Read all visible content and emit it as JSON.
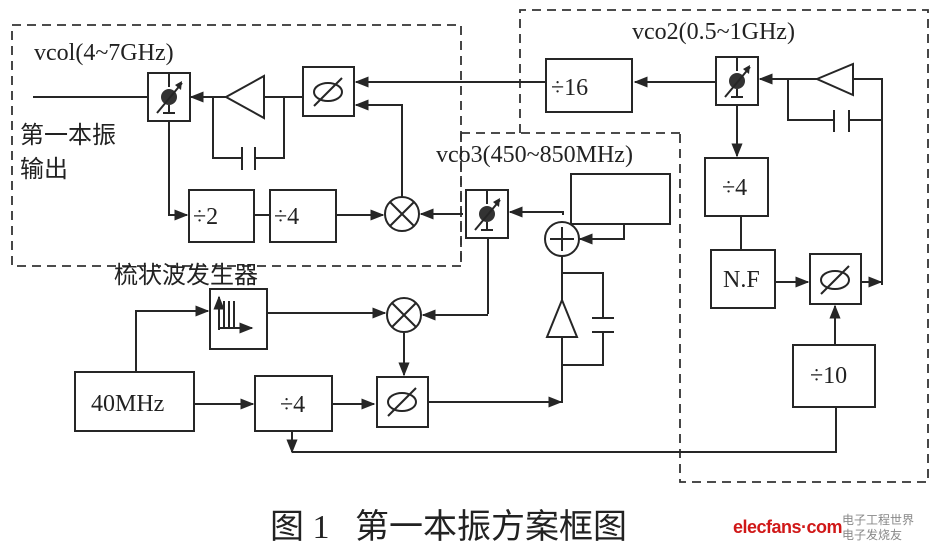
{
  "figure": {
    "caption": "图 1   第一本振方案框图",
    "watermark": "elecfans·com",
    "watermark_secondary": "电子发烧友",
    "watermark_tag": "电子工程世界"
  },
  "groups": {
    "vco1": {
      "label": "vcol(4~7GHz)"
    },
    "vco2": {
      "label": "vco2(0.5~1GHz)"
    },
    "vco3": {
      "label": "vco3(450~850MHz)"
    }
  },
  "labels": {
    "output_line1": "第一本振",
    "output_line2": "输出",
    "comb_generator": "梳状波发生器"
  },
  "blocks": {
    "div2": "÷2",
    "div4_vco1": "÷4",
    "div16": "÷16",
    "div4_vco2": "÷4",
    "nf": "N.F",
    "div10": "÷10",
    "ref": "40MHz",
    "div4_ref": "÷4",
    "phase_symbol": "∅"
  },
  "colors": {
    "line": "#262626",
    "watermark": "#d01818"
  }
}
